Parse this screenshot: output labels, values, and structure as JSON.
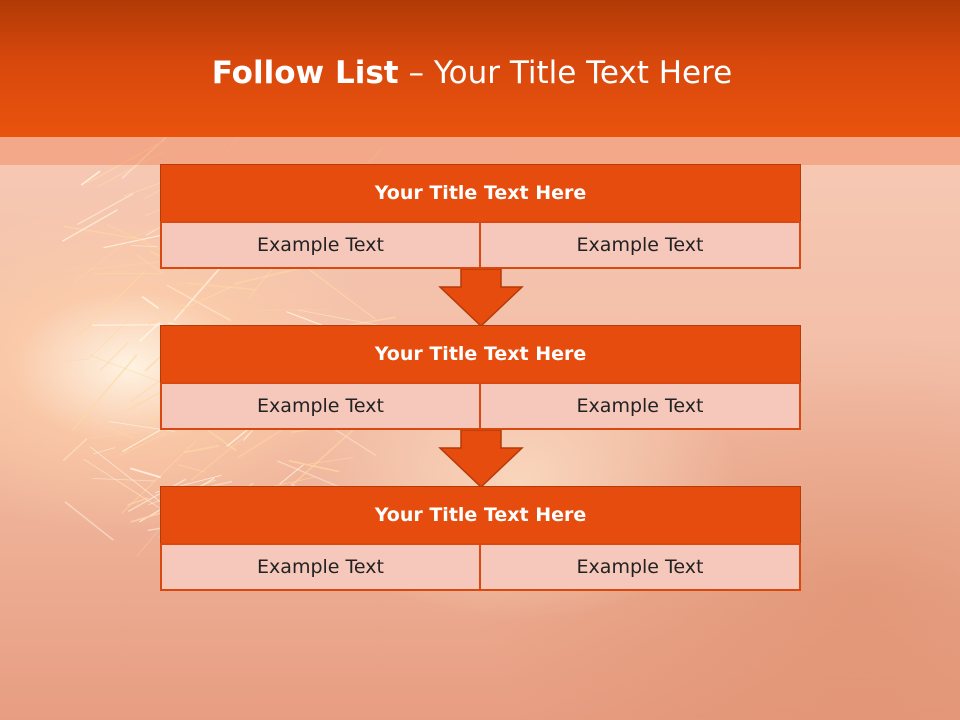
{
  "slide": {
    "title_bold": "Follow List",
    "title_rest": " – Your Title Text Here"
  },
  "steps": [
    {
      "title": "Your Title Text Here",
      "left": "Example Text",
      "right": "Example Text"
    },
    {
      "title": "Your Title Text Here",
      "left": "Example Text",
      "right": "Example Text"
    },
    {
      "title": "Your Title Text Here",
      "left": "Example Text",
      "right": "Example Text"
    }
  ],
  "colors": {
    "header": "#e8510e",
    "box_title": "#e64c0d",
    "box_cell": "#f6c7bb",
    "border": "#d9480f"
  }
}
